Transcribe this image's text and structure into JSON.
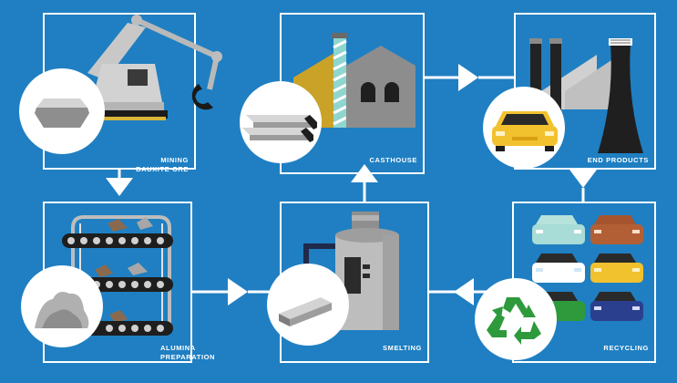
{
  "colors": {
    "background": "#1f7fc2",
    "frame": "#ffffff",
    "circle": "#ffffff",
    "metal_light": "#c8c8c8",
    "metal_dark": "#5d5d5d",
    "ochre": "#c9a227",
    "teal": "#8fd6cf",
    "car_yellow": "#f2c12e",
    "recycle_green": "#2e9a3c"
  },
  "stages": {
    "mining": {
      "label_line1": "MINING",
      "label_line2": "BAUXITE ORE",
      "icon": "excavator-icon"
    },
    "casthouse": {
      "label_line1": "CASTHOUSE",
      "icon": "factory-icon"
    },
    "end_products": {
      "label_line1": "END PRODUCTS",
      "icon": "power-plant-icon"
    },
    "alumina": {
      "label_line1": "ALUMINA",
      "label_line2": "PREPARATION",
      "icon": "conveyor-icon"
    },
    "smelting": {
      "label_line1": "SMELTING",
      "icon": "smelter-icon"
    },
    "recycling": {
      "label_line1": "RECYCLING",
      "icon": "parked-cars-icon"
    }
  }
}
